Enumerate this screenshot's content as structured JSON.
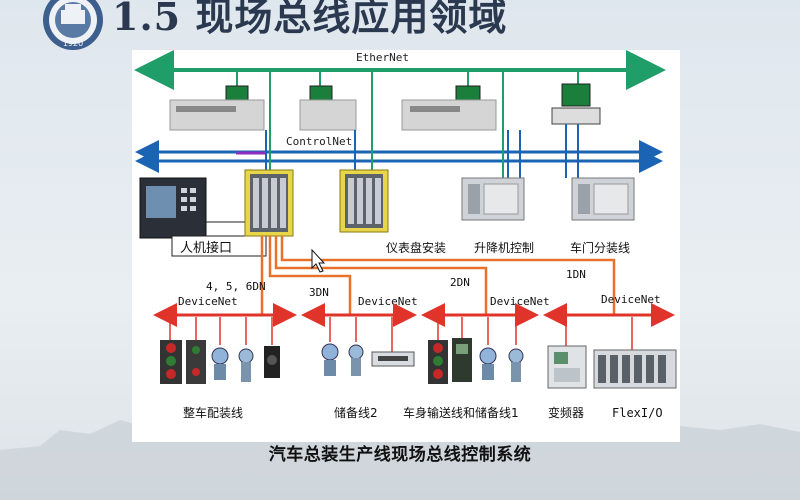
{
  "slide": {
    "title": "1.5  现场总线应用领域",
    "caption": "汽车总装生产线现场总线控制系统",
    "logo_text": "1920"
  },
  "networks": {
    "ethernet": "EtherNet",
    "controlnet": "ControlNet",
    "devicenet": "DeviceNet"
  },
  "stations": {
    "hmi": "人机接口",
    "instrument_panel": "仪表盘安装",
    "lift_control": "升降机控制",
    "door_line": "车门分装线"
  },
  "drops": {
    "dn_456": "4, 5, 6DN",
    "dn_3": "3DN",
    "dn_2": "2DN",
    "dn_1": "1DN"
  },
  "device_groups": {
    "final_assembly": "整车配装线",
    "storage_2": "储备线2",
    "body_conveyor": "车身输送线和储备线1",
    "inverter": "变频器",
    "flex_io": "FlexI/O"
  },
  "colors": {
    "ethernet": "#1f9e6a",
    "controlnet": "#1b64b4",
    "devicenet": "#e0342a",
    "drop_line": "#e8722a",
    "plc_highlight": "#e8d64a"
  }
}
